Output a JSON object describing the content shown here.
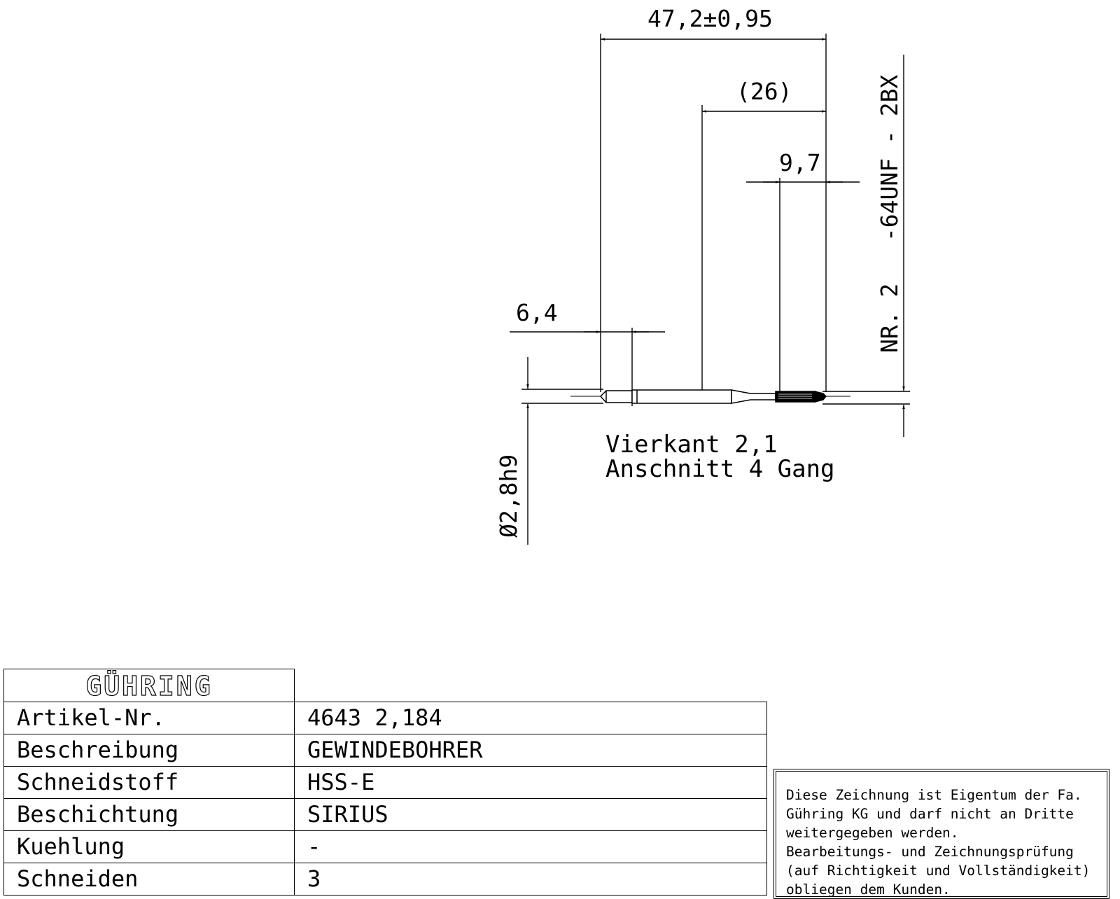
{
  "drawing": {
    "dimensions": {
      "overall_length": "47,2±0,95",
      "length_26": "(26)",
      "thread_length": "9,7",
      "square_length": "6,4",
      "shank_diameter": "Ø2,8h9"
    },
    "thread_spec": "NR. 2   -64UNF - 2BX",
    "notes": {
      "square": "Vierkant 2,1",
      "chamfer": "Anschnitt 4 Gang"
    }
  },
  "title_block": {
    "logo_text": "GÜHRING",
    "rows": [
      {
        "label": "Artikel-Nr.",
        "value": "4643 2,184"
      },
      {
        "label": "Beschreibung",
        "value": "GEWINDEBOHRER"
      },
      {
        "label": "Schneidstoff",
        "value": "HSS-E"
      },
      {
        "label": "Beschichtung",
        "value": "SIRIUS"
      },
      {
        "label": "Kuehlung",
        "value": "-"
      },
      {
        "label": "Schneiden",
        "value": "3"
      }
    ]
  },
  "notice": {
    "lines": [
      "Diese Zeichnung ist Eigentum der Fa.",
      "Gühring KG und darf nicht an Dritte",
      "weitergegeben werden.",
      "Bearbeitungs- und Zeichnungsprüfung",
      "(auf Richtigkeit und Vollständigkeit)",
      "obliegen dem Kunden."
    ]
  }
}
